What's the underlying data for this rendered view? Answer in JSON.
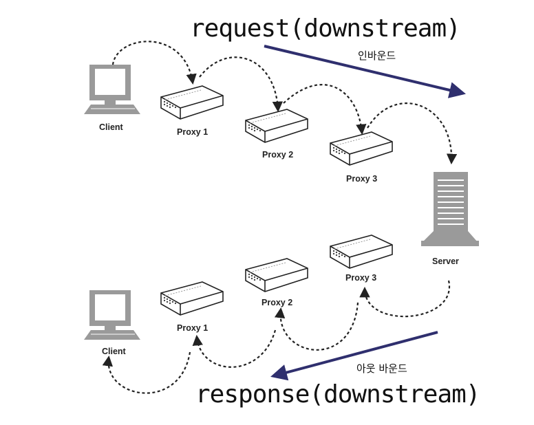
{
  "titles": {
    "request": "request(downstream)",
    "response": "response(downstream)"
  },
  "annotations": {
    "inbound": "인바운드",
    "outbound": "아웃 바운드"
  },
  "nodes": {
    "client_top": "Client",
    "proxy1_top": "Proxy 1",
    "proxy2_top": "Proxy 2",
    "proxy3_top": "Proxy 3",
    "server": "Server",
    "proxy3_bottom": "Proxy 3",
    "proxy2_bottom": "Proxy 2",
    "proxy1_bottom": "Proxy 1",
    "client_bottom": "Client"
  },
  "colors": {
    "arrow": "#2f2f6e",
    "device": "#bdbdbd",
    "ink": "#222222"
  }
}
